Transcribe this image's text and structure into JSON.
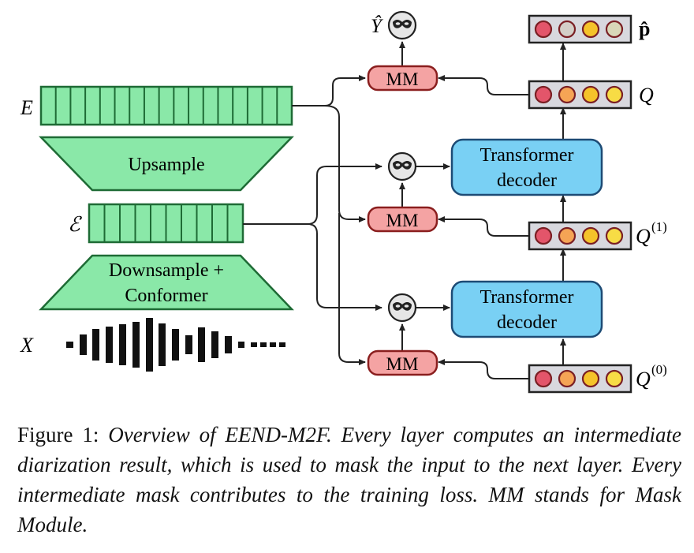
{
  "diagram": {
    "labels": {
      "E": "E",
      "Ecal": "ℰ",
      "X": "X",
      "Yhat": "Ŷ",
      "phat": "p̂",
      "Q": "Q",
      "Q1": "Q",
      "Q1_sup": "(1)",
      "Q0": "Q",
      "Q0_sup": "(0)"
    },
    "blocks": {
      "upsample": "Upsample",
      "downsample_line1": "Downsample +",
      "downsample_line2": "Conformer",
      "decoder_line1": "Transformer",
      "decoder_line2": "decoder",
      "mm": "MM"
    },
    "query_colors": [
      "#e3556a",
      "#f5a455",
      "#f5c32a",
      "#f7dc45"
    ],
    "phat_colors": [
      "#e3556a",
      "#d4cfc8",
      "#f5c32a",
      "#d9d7b8"
    ],
    "colors": {
      "encoder_fill": "#8ae8a8",
      "encoder_stroke": "#1e6b35",
      "decoder_fill": "#79d0f4",
      "decoder_stroke": "#1d4b75",
      "mm_fill": "#f4a3a3",
      "mm_stroke": "#8a1e1e",
      "query_box": "#d8d8de",
      "mask_circle": "#e8e8e8"
    }
  },
  "caption": {
    "prefix": "Figure 1:",
    "text": "Overview of EEND-M2F. Every layer computes an intermediate diarization result, which is used to mask the input to the next layer. Every intermediate mask contributes to the training loss. MM stands for Mask Module."
  }
}
